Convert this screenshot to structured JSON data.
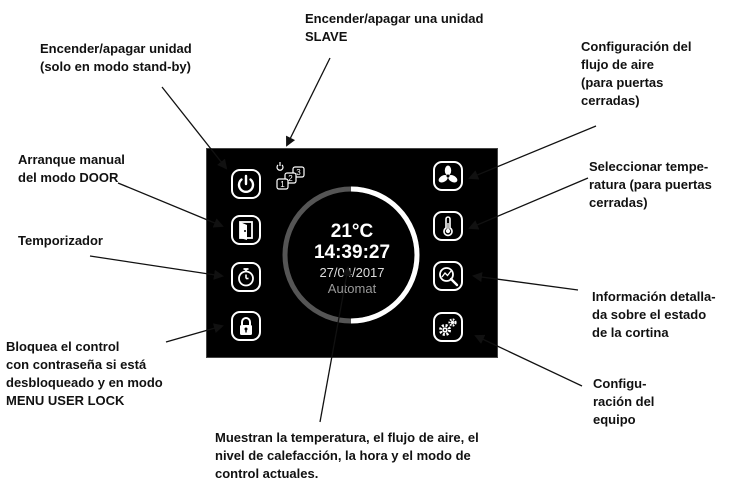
{
  "labels": {
    "power": "Encender/apagar unidad\n(solo en modo stand-by)",
    "slave": "Encender/apagar una unidad\nSLAVE",
    "door": "Arranque manual\ndel modo DOOR",
    "timer": "Temporizador",
    "lock": "Bloquea el control\ncon contraseña si está\ndesbloqueado y en modo\nMENU USER LOCK",
    "airflow": "Configuración del\nflujo de aire\n(para puertas\ncerradas)",
    "temperature": "Seleccionar tempe-\nratura (para puertas\ncerradas)",
    "info": "Información detalla-\nda sobre el estado\nde la cortina",
    "config": "Configu-\nración del\nequipo",
    "center": "Muestran la temperatura, el flujo de aire, el\nnivel de calefacción, la hora y el modo de\ncontrol actuales."
  },
  "display": {
    "temperature": "21°C",
    "time": "14:39:27",
    "date": "27/04/2017",
    "mode": "Automat",
    "slave_badge_1": "1",
    "slave_badge_2": "2",
    "slave_badge_3": "3"
  },
  "colors": {
    "screen": "#000000",
    "ring_active": "#ffffff",
    "ring_track": "#555555",
    "label_text": "#111111"
  },
  "icons": [
    "power-icon",
    "slave-units-icon",
    "door-icon",
    "timer-icon",
    "lock-icon",
    "fan-icon",
    "thermometer-icon",
    "chart-search-icon",
    "gears-icon"
  ]
}
